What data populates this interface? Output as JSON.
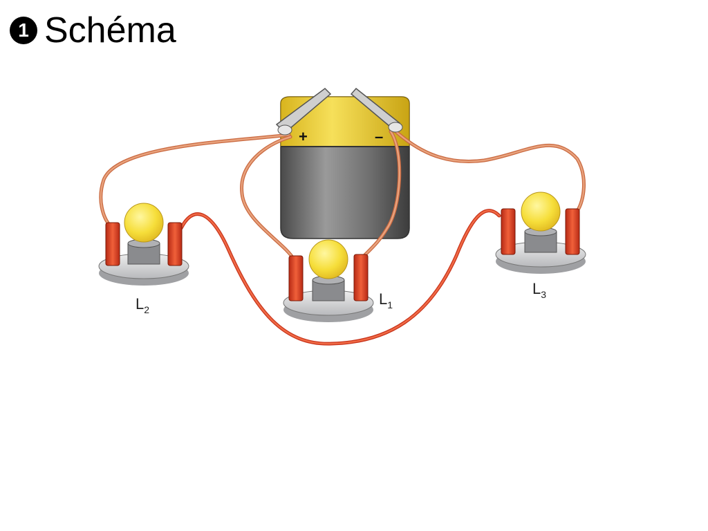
{
  "title": {
    "bullet": "1",
    "text": "Schéma"
  },
  "battery": {
    "plus": "+",
    "minus": "–"
  },
  "lamps": [
    {
      "letter": "L",
      "index": "1"
    },
    {
      "letter": "L",
      "index": "2"
    },
    {
      "letter": "L",
      "index": "3"
    }
  ],
  "colors": {
    "wire_outer": "#d7835a",
    "wire_red": "#e24a25",
    "battery_yellow": "#f2d23a",
    "battery_body": "#7a7a7a",
    "bulb": "#f7e34a",
    "terminal": "#e2442a",
    "base": "#d9dadc"
  }
}
